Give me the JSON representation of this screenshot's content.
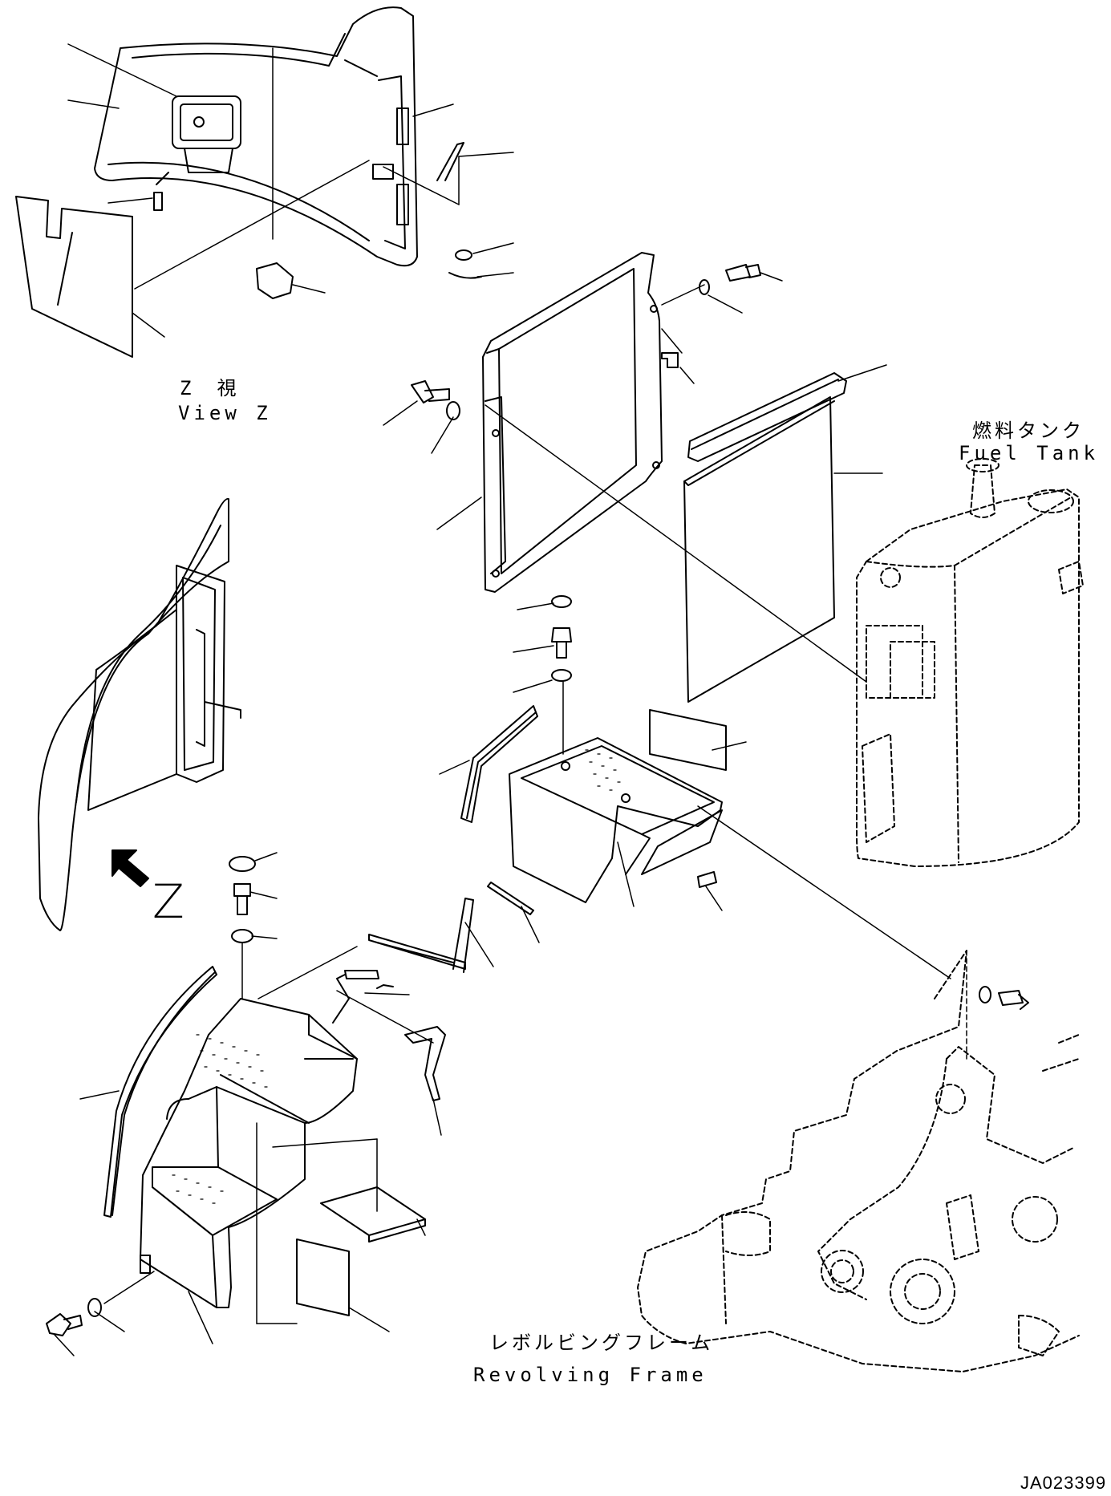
{
  "labels": {
    "view_z_jp": "Z　視",
    "view_z_en": "View Z",
    "fuel_tank_jp": "燃料タンク",
    "fuel_tank_en": "Fuel Tank",
    "revolving_frame_jp": "レボルビングフレーム",
    "revolving_frame_en": "Revolving Frame",
    "view_marker": "Z",
    "drawing_code": "JA023399"
  },
  "colors": {
    "line": "#000000",
    "background": "#ffffff"
  }
}
